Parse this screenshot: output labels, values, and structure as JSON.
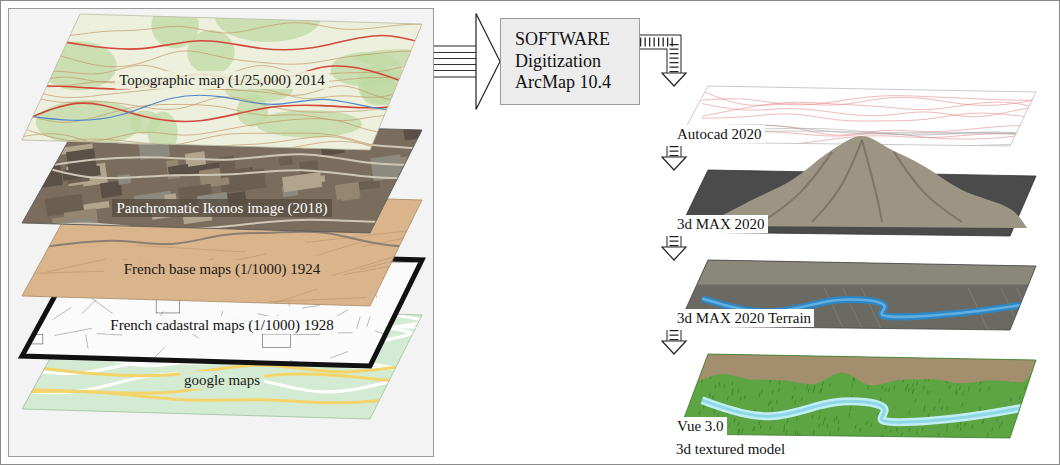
{
  "diagram": {
    "nodes": [
      {
        "text": []
      },
      {
        "text": [
          "Topographic map (1/25,000) 2014"
        ],
        "in": 0
      },
      {
        "text": [
          "Panchromatic Ikonos image (2018)"
        ],
        "in": 0
      },
      {
        "text": [
          "French base maps (1/1000) 1924"
        ],
        "in": 0
      },
      {
        "text": [
          "French cadastral maps (1/1000) 1928"
        ],
        "in": 0
      },
      {
        "text": [
          "google maps"
        ],
        "in": 0
      },
      {
        "text": [
          "SOFTWARE Digitization ArcMap 10.4"
        ]
      },
      {
        "text": [
          "Autocad 2020"
        ]
      },
      {
        "text": [
          "3d MAX 2020"
        ]
      },
      {
        "text": [
          "3d MAX 2020 Terrain"
        ]
      },
      {
        "text": [
          "Vue 3.0"
        ]
      }
    ],
    "edges": [
      {
        "from": 0,
        "to": 6,
        "arrow": "to"
      },
      {
        "from": 6,
        "to": 7,
        "arrow": "to"
      },
      {
        "from": 7,
        "to": 8,
        "arrow": "to"
      },
      {
        "from": 8,
        "to": 9,
        "arrow": "to"
      },
      {
        "from": 9,
        "to": 10,
        "arrow": "to"
      }
    ],
    "labels": [
      "3d textured model"
    ]
  }
}
